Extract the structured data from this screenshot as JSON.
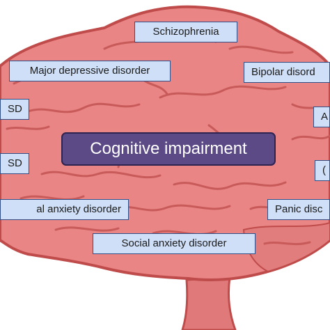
{
  "center": {
    "label": "Cognitive impairment"
  },
  "disorders": {
    "schizophrenia": "Schizophrenia",
    "major_depressive": "Major depressive disorder",
    "bipolar": "Bipolar disord",
    "ptsd": "SD",
    "ocd": "SD",
    "generalized_anxiety": "al anxiety disorder",
    "panic": "Panic disc",
    "social_anxiety": "Social anxiety disorder",
    "right_edge_1": "A",
    "right_edge_2": "("
  },
  "colors": {
    "brain_fill": "#e98585",
    "brain_outline": "#bf4b4b",
    "label_fill": "#cfdff7",
    "label_border": "#2f4f86",
    "center_fill": "#5b4a86"
  }
}
